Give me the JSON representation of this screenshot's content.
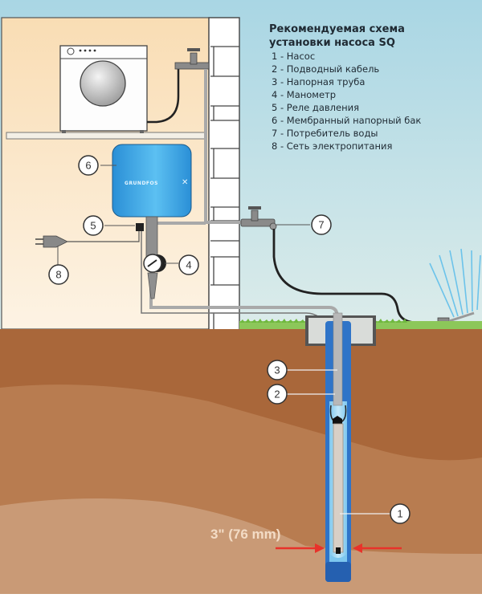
{
  "legend": {
    "title_line1": "Рекомендуемая схема",
    "title_line2": "установки насоса SQ",
    "items": [
      {
        "num": "1",
        "text": "1 - Насос"
      },
      {
        "num": "2",
        "text": "2 - Подводный кабель"
      },
      {
        "num": "3",
        "text": "3 - Напорная труба"
      },
      {
        "num": "4",
        "text": "4 - Манометр"
      },
      {
        "num": "5",
        "text": "5 - Реле давления"
      },
      {
        "num": "6",
        "text": "6 - Мембранный напорный бак"
      },
      {
        "num": "7",
        "text": "7 - Потребитель воды"
      },
      {
        "num": "8",
        "text": "8 - Сеть электропитания"
      }
    ]
  },
  "callouts": {
    "c1": "1",
    "c2": "2",
    "c3": "3",
    "c4": "4",
    "c5": "5",
    "c6": "6",
    "c7": "7",
    "c8": "8"
  },
  "dimension_label": "3\" (76 mm)",
  "tank_brand": "GRUNDFOS",
  "colors": {
    "sky": "#b8dde6",
    "interior_wall": "#fbe3c0",
    "brick_wall": "#ffffff",
    "ground_top": "#a9673a",
    "ground_mid": "#bb7e52",
    "ground_low": "#c99a76",
    "grass": "#6fb83f",
    "tank_blue": "#2e9be0",
    "well_blue": "#2f74c8",
    "arrow_red": "#e8322a"
  }
}
